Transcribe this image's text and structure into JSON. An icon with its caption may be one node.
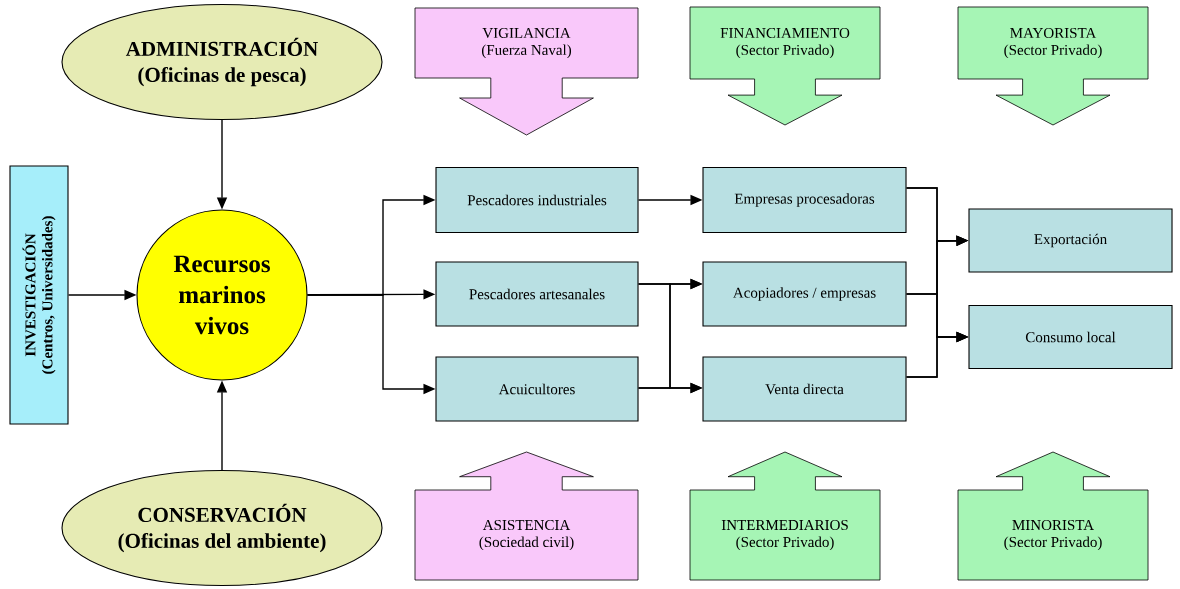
{
  "diagram": {
    "nodes": [
      {
        "text": [
          "ADMINISTRACIÓN",
          "(Oficinas de pesca)"
        ]
      },
      {
        "text": [
          "INVESTIGACIÓN",
          "(Centros, Universidades)"
        ]
      },
      {
        "text": [
          "Recursos marinos vivos"
        ]
      },
      {
        "text": [
          "CONSERVACIÓN",
          "(Oficinas del ambiente)"
        ]
      },
      {
        "text": [
          "VIGILANCIA",
          "(Fuerza Naval)"
        ]
      },
      {
        "text": [
          "FINANCIAMIENTO",
          "(Sector Privado)"
        ]
      },
      {
        "text": [
          "MAYORISTA",
          "(Sector Privado)"
        ]
      },
      {
        "text": [
          "Pescadores industriales"
        ]
      },
      {
        "text": [
          "Empresas procesadoras"
        ]
      },
      {
        "text": [
          "Exportación"
        ]
      },
      {
        "text": [
          "Pescadores artesanales"
        ]
      },
      {
        "text": [
          "Acopiadores / empresas"
        ]
      },
      {
        "text": [
          "Consumo local"
        ]
      },
      {
        "text": [
          "Acuicultores"
        ]
      },
      {
        "text": [
          "Venta directa"
        ]
      },
      {
        "text": [
          "ASISTENCIA",
          "(Sociedad civil)"
        ]
      },
      {
        "text": [
          "INTERMEDIARIOS",
          "(Sector Privado)"
        ]
      },
      {
        "text": [
          "MINORISTA",
          "(Sector Privado)"
        ]
      }
    ],
    "edges": [
      {
        "from": 0,
        "to": 2,
        "arrow": "to"
      },
      {
        "from": 1,
        "to": 2,
        "arrow": "to"
      },
      {
        "from": 3,
        "to": 2,
        "arrow": "to"
      },
      {
        "from": 2,
        "to": 7,
        "arrow": "to"
      },
      {
        "from": 2,
        "to": 10,
        "arrow": "to"
      },
      {
        "from": 2,
        "to": 13,
        "arrow": "to"
      },
      {
        "from": 7,
        "to": 8,
        "arrow": "to"
      },
      {
        "from": 10,
        "to": 11,
        "arrow": "to"
      },
      {
        "from": 10,
        "to": 14,
        "arrow": "to"
      },
      {
        "from": 13,
        "to": 11,
        "arrow": "to"
      },
      {
        "from": 13,
        "to": 14,
        "arrow": "to"
      },
      {
        "from": 8,
        "to": 9,
        "arrow": "to"
      },
      {
        "from": 8,
        "to": 12,
        "arrow": "to"
      },
      {
        "from": 11,
        "to": 9,
        "arrow": "to"
      },
      {
        "from": 11,
        "to": 12,
        "arrow": "to"
      },
      {
        "from": 14,
        "to": 9,
        "arrow": "to"
      },
      {
        "from": 14,
        "to": 12,
        "arrow": "to"
      }
    ]
  }
}
